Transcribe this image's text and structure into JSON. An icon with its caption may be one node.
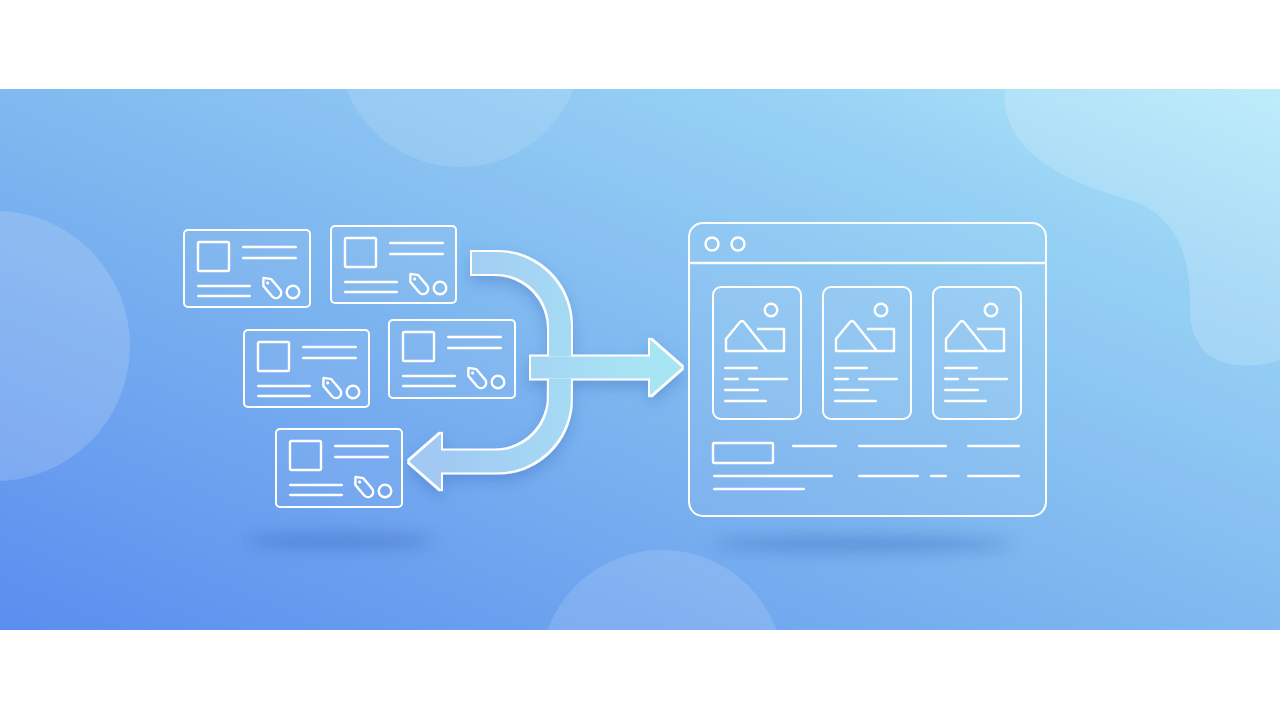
{
  "diagram": {
    "nodes": [
      {
        "text": [],
        "shape": "box"
      },
      {
        "text": [],
        "shape": "box"
      },
      {
        "text": [],
        "shape": "box"
      },
      {
        "text": [],
        "shape": "box"
      },
      {
        "text": [],
        "shape": "box"
      },
      {
        "text": [],
        "shape": "box"
      },
      {
        "text": [],
        "shape": "box",
        "in": 5
      },
      {
        "text": [],
        "shape": "box",
        "in": 5
      },
      {
        "text": [],
        "shape": "box",
        "in": 5
      }
    ],
    "edges": [
      {
        "from": 1,
        "to": 5,
        "arrow": "to"
      },
      {
        "from": 1,
        "to": 4,
        "arrow": "to"
      }
    ]
  }
}
